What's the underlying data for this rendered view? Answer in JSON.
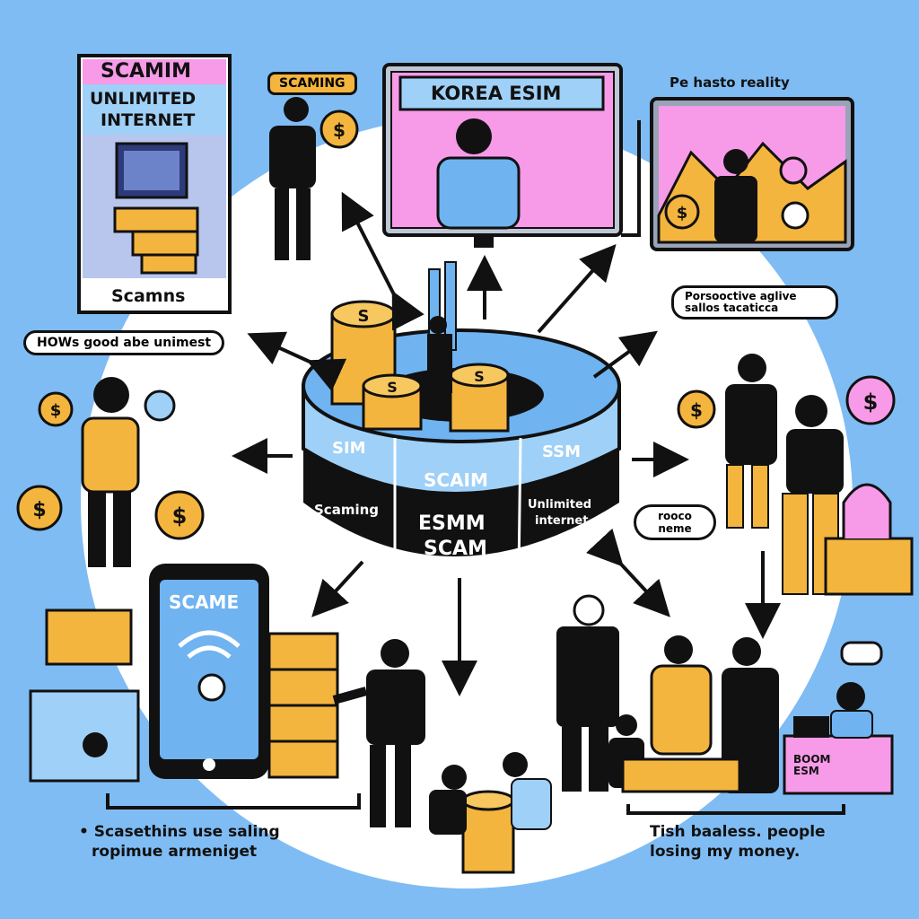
{
  "panels": {
    "scamim": {
      "title": "SCAMIM",
      "line1": "UNLIMITED",
      "line2": "INTERNET",
      "footer": "Scamns"
    },
    "korea_esim": {
      "title": "KOREA ESIM"
    },
    "reality": {
      "caption": "Pe hasto reality"
    },
    "phone": {
      "screen_title": "SCAME"
    },
    "desk": {
      "sign": "BOOM ESM"
    }
  },
  "bubbles": {
    "scaming_tag": "SCAMING",
    "hows_good": "HOWs good abe unimest",
    "persuasive": "Porsooctive aglive sallos tacaticca",
    "rooce": "rooco neme"
  },
  "hub": {
    "top_labels": [
      "SIM",
      "SCAIM",
      "SSM"
    ],
    "side_labels": [
      "Scaming",
      "ESMM",
      "SCAM",
      "Unlimited",
      "internet"
    ]
  },
  "captions": {
    "bottom_left_line1": "• Scasethins use saling",
    "bottom_left_line2": "ropimue armeniget",
    "bottom_right_line1": "Tish baaless. people",
    "bottom_right_line2": "losing my money."
  },
  "colors": {
    "background": "#7fbcf4",
    "pink": "#f79ae8",
    "orange": "#f4b53e",
    "dark": "#111111",
    "light_blue": "#9fd0f7"
  }
}
